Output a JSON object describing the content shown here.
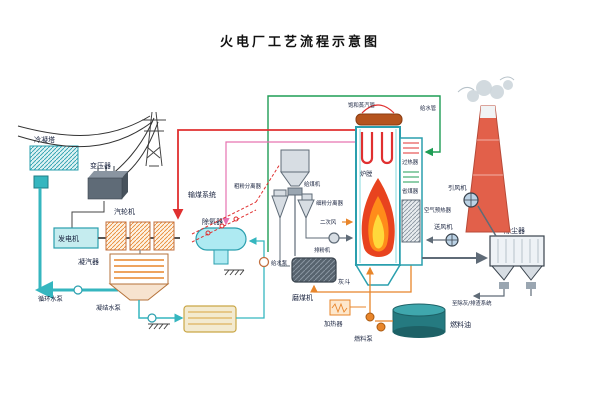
{
  "title": "火电厂工艺流程示意图",
  "colors": {
    "water": "#35b6bf",
    "steam": "#e03030",
    "flame": "#ff8c1a",
    "hot_air": "#e8852a",
    "feedwater": "#1f9d55",
    "flue_gas": "#5f6b77",
    "chimney": "#e2604a"
  },
  "power_island": {
    "cooling_tower": "冷凝塔",
    "transformer": "变压器",
    "generator": "发电机",
    "turbine": "汽轮机",
    "condenser": "凝汽器",
    "circulating_pump": "循环水泵",
    "condensate_pump": "凝结水泵",
    "deaerator": "除氧器",
    "feed_pump": "给水泵"
  },
  "coal_system": {
    "conveying": "输煤系统",
    "feeder": "给煤机",
    "mill": "磨煤机",
    "coarse_separator": "粗粉分离器",
    "fine_separator": "细粉分离器",
    "exhauster": "排粉机",
    "secondary_air": "二次风"
  },
  "boiler": {
    "saturated_steam_pipe": "饱和蒸汽管",
    "feedwater_pipe": "给水管",
    "superheater": "过热器",
    "furnace": "炉膛",
    "economizer": "省煤器",
    "air_preheater": "空气预热器",
    "ash_hopper": "灰斗"
  },
  "flue_system": {
    "id_fan": "引风机",
    "fd_fan": "送风机",
    "dust_collector": "除尘器",
    "ash_removal": "至除灰/排渣系统"
  },
  "fuel_system": {
    "oil_tank": "燃料油",
    "oil_pump": "燃料泵",
    "oil_heater": "加热器"
  }
}
